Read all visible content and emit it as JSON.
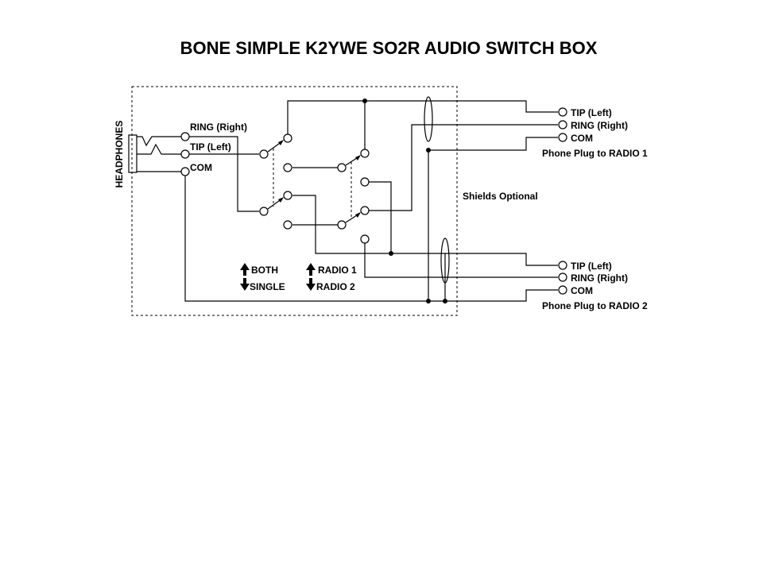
{
  "title": "BONE SIMPLE K2YWE SO2R AUDIO SWITCH BOX",
  "headphones": {
    "label": "HEADPHONES",
    "ring": "RING (Right)",
    "tip": "TIP (Left)",
    "com": "COM"
  },
  "switches": {
    "both": "BOTH",
    "single": "SINGLE",
    "radio1": "RADIO 1",
    "radio2": "RADIO 2"
  },
  "shields_note": "Shields Optional",
  "radio1_plug": {
    "tip": "TIP (Left)",
    "ring": "RING (Right)",
    "com": "COM",
    "caption": "Phone Plug  to RADIO 1"
  },
  "radio2_plug": {
    "tip": "TIP (Left)",
    "ring": "RING (Right)",
    "com": "COM",
    "caption": "Phone Plug  to RADIO 2"
  }
}
